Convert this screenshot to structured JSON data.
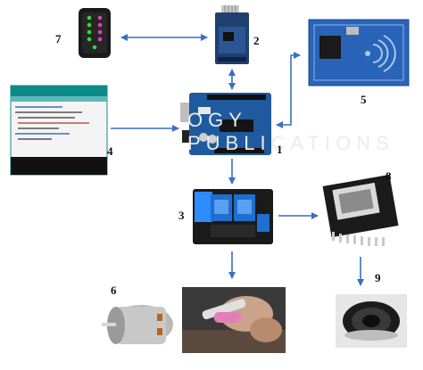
{
  "watermark": "OGY PUBLICATIONS",
  "components": [
    {
      "id": "arduino",
      "label": "1",
      "icon": "microcontroller-board-icon"
    },
    {
      "id": "bluetooth",
      "label": "2",
      "icon": "bluetooth-module-icon"
    },
    {
      "id": "relay",
      "label": "3",
      "icon": "relay-module-icon"
    },
    {
      "id": "code",
      "label": "4",
      "icon": "code-editor-icon"
    },
    {
      "id": "rfid",
      "label": "5",
      "icon": "rfid-reader-icon"
    },
    {
      "id": "motor",
      "label": "6",
      "icon": "dc-motor-icon"
    },
    {
      "id": "remote",
      "label": "7",
      "icon": "remote-control-icon"
    },
    {
      "id": "mp3",
      "label": "8",
      "icon": "mp3-module-icon"
    },
    {
      "id": "speaker",
      "label": "9",
      "icon": "speaker-icon"
    }
  ],
  "colors": {
    "arrow": "#3a6fc4",
    "pcb_blue": "#1f5a9e",
    "pcb_dark": "#1a1a1a",
    "rfid_blue": "#2a64b8",
    "relay_blue": "#1e6fd0",
    "editor_green": "#0c8a8a",
    "led_green": "#33dd33",
    "led_magenta": "#e040c0"
  }
}
